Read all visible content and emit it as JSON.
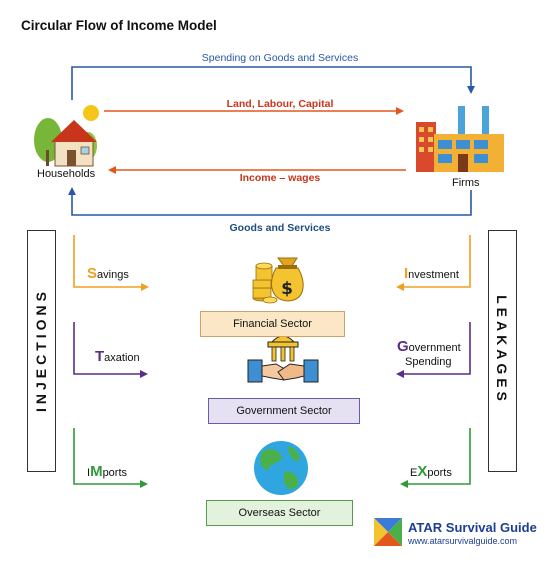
{
  "title": "Circular Flow of Income Model",
  "flows": {
    "spending": "Spending  on Goods and Services",
    "factors": "Land, Labour, Capital",
    "income": "Income – wages",
    "goods": "Goods and Services"
  },
  "nodes": {
    "households": "Households",
    "firms": "Firms"
  },
  "side_boxes": {
    "injections": "INJECTIONS",
    "leakages": "LEAKAGES"
  },
  "injections": {
    "savings": {
      "initial": "S",
      "rest": "avings"
    },
    "taxation": {
      "initial": "T",
      "rest": "axation"
    },
    "imports": {
      "pre": "I",
      "initial": "M",
      "rest": "ports"
    }
  },
  "leakages": {
    "investment": {
      "initial": "I",
      "rest": "nvestment"
    },
    "government": {
      "initial": "G",
      "line1_rest": "overnment",
      "line2": "Spending"
    },
    "exports": {
      "pre": "E",
      "initial": "X",
      "rest": "ports"
    }
  },
  "sectors": {
    "financial": "Financial Sector",
    "government": "Government Sector",
    "overseas": "Overseas Sector"
  },
  "brand": {
    "name": "ATAR Survival Guide",
    "url": "www.atarsurvivalguide.com"
  },
  "colors": {
    "blue": "#2a58a8",
    "red": "#e2571e",
    "orange_arrow": "#f0a020",
    "purple": "#5a2d8c",
    "green": "#2f9a3a"
  }
}
